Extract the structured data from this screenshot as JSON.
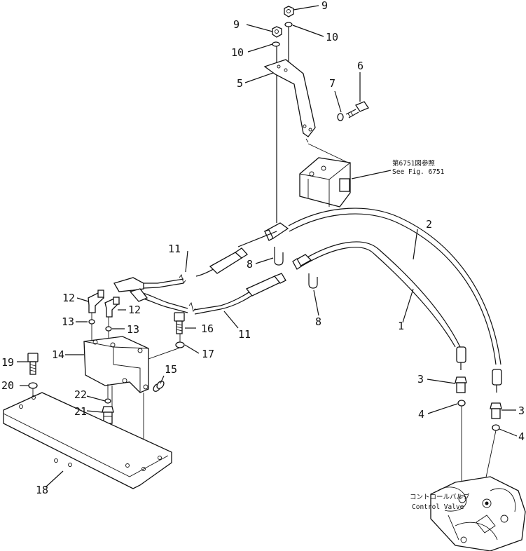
{
  "callouts": [
    {
      "num": "1"
    },
    {
      "num": "2"
    },
    {
      "num": "3"
    },
    {
      "num": "3"
    },
    {
      "num": "4"
    },
    {
      "num": "4"
    },
    {
      "num": "5"
    },
    {
      "num": "6"
    },
    {
      "num": "7"
    },
    {
      "num": "8"
    },
    {
      "num": "8"
    },
    {
      "num": "9"
    },
    {
      "num": "9"
    },
    {
      "num": "10"
    },
    {
      "num": "10"
    },
    {
      "num": "11"
    },
    {
      "num": "11"
    },
    {
      "num": "12"
    },
    {
      "num": "12"
    },
    {
      "num": "13"
    },
    {
      "num": "13"
    },
    {
      "num": "14"
    },
    {
      "num": "15"
    },
    {
      "num": "16"
    },
    {
      "num": "17"
    },
    {
      "num": "18"
    },
    {
      "num": "19"
    },
    {
      "num": "20"
    },
    {
      "num": "21"
    },
    {
      "num": "22"
    }
  ],
  "notes": {
    "ref_jp": "第6751図参照",
    "ref_en": "See Fig. 6751",
    "valve_jp": "コントロールバルブ",
    "valve_en": "Control Valve"
  }
}
